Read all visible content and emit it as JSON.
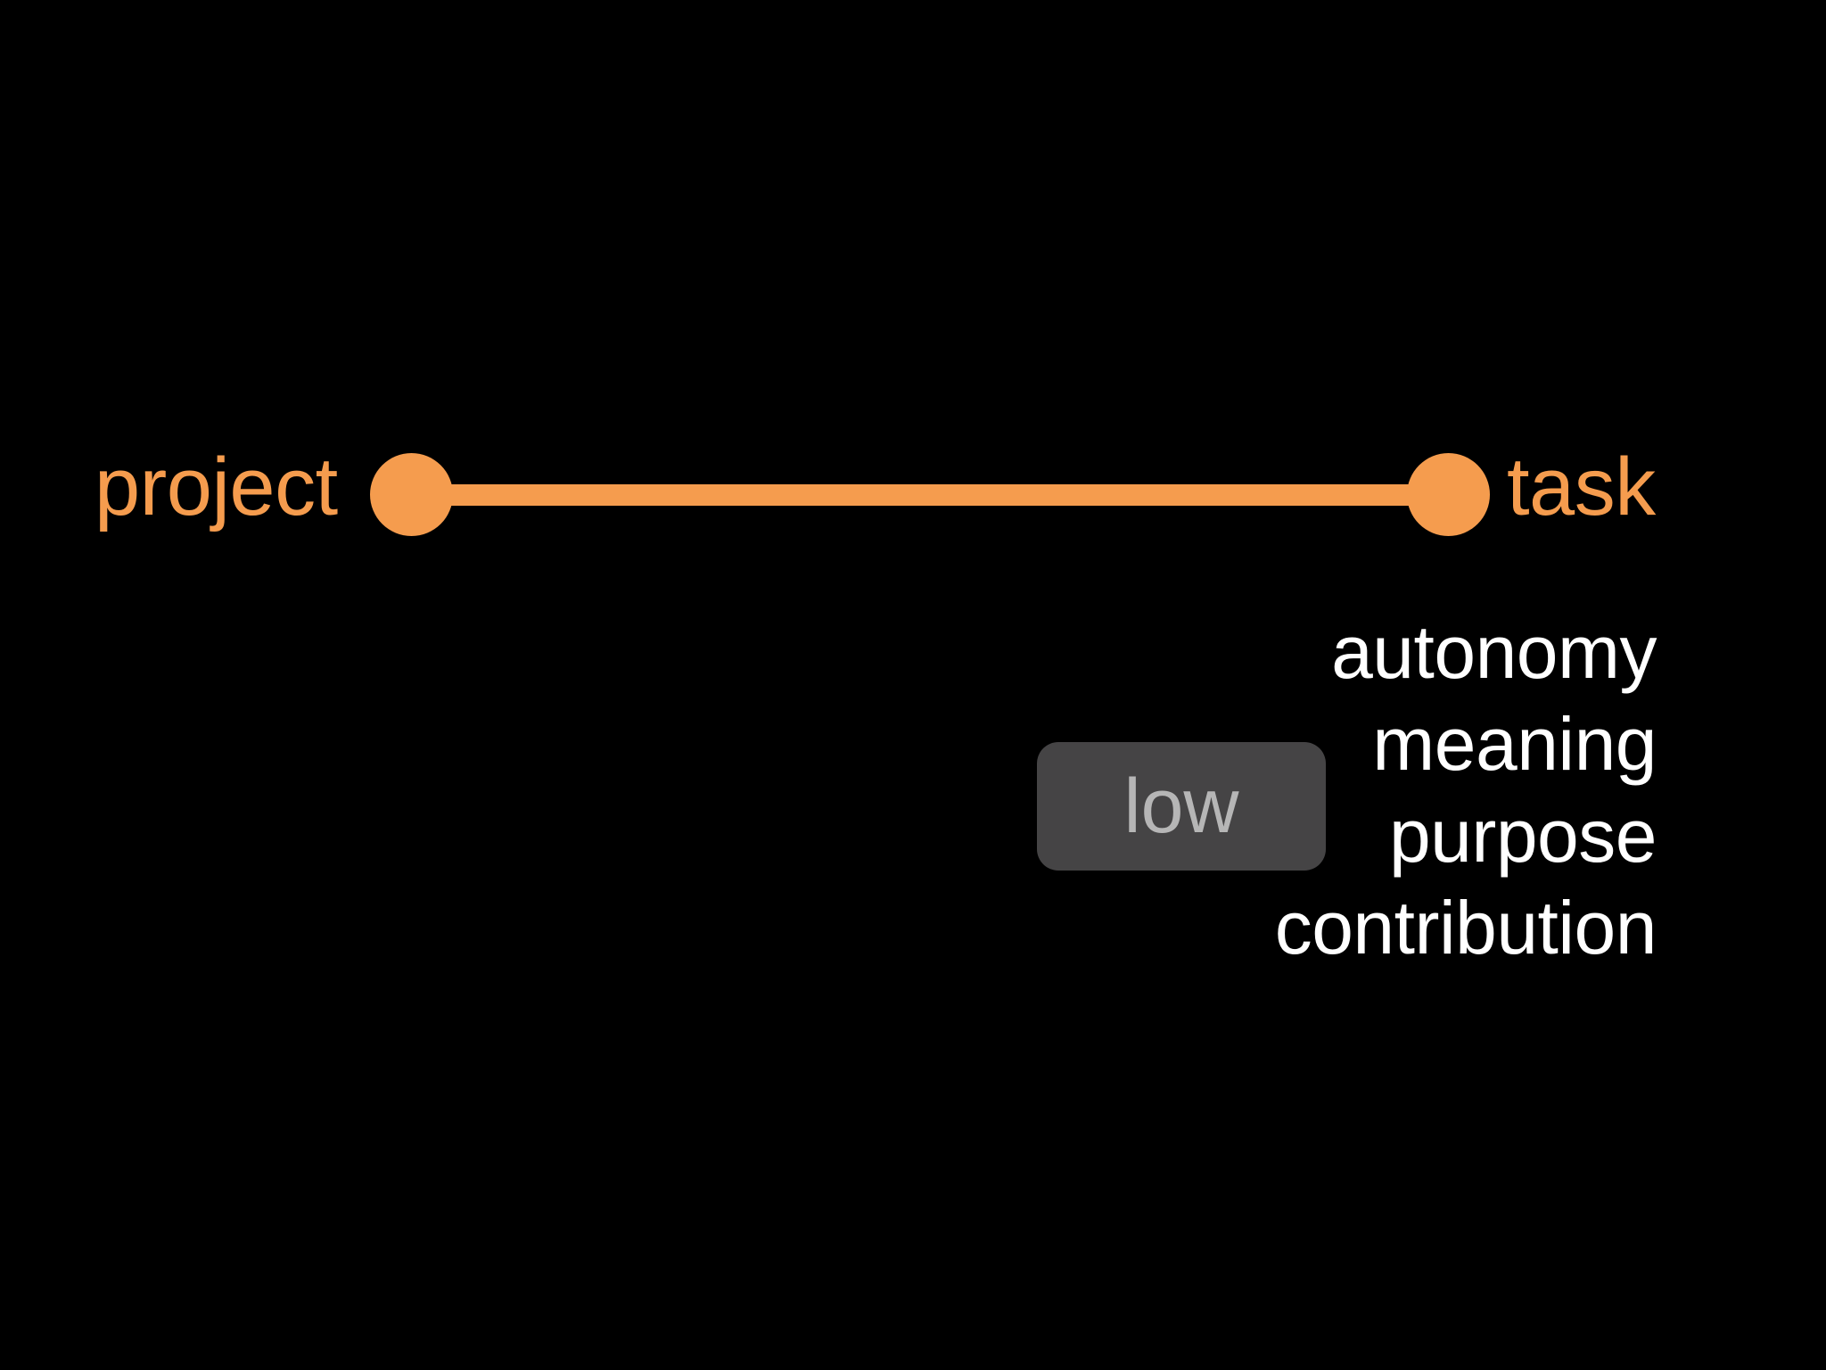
{
  "slide": {
    "background_color": "#000000",
    "accent_color": "#f59c4e",
    "text_color": "#ffffff"
  },
  "spectrum": {
    "name": "project-task-spectrum",
    "left_pole": {
      "label": "project",
      "node_color": "#f59c4e",
      "label_color": "#f59c4e"
    },
    "right_pole": {
      "label": "task",
      "node_color": "#f59c4e",
      "label_color": "#f59c4e"
    },
    "connector_color": "#f59c4e"
  },
  "badge": {
    "label": "low",
    "background_color": "#454445",
    "text_color": "#b6b6b6"
  },
  "attributes": {
    "align": "right",
    "color": "#ffffff",
    "items": [
      {
        "label": "autonomy"
      },
      {
        "label": "meaning"
      },
      {
        "label": "purpose"
      },
      {
        "label": "contribution"
      }
    ]
  }
}
